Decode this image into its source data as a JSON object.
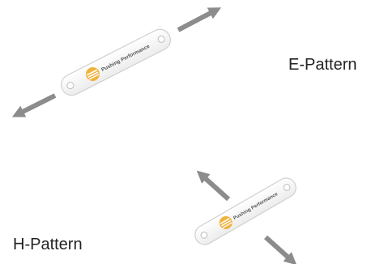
{
  "patterns": [
    {
      "name": "E-Pattern",
      "tag_text": "Pushing Performance"
    },
    {
      "name": "H-Pattern",
      "tag_text": "Pushing Performance"
    }
  ],
  "colors": {
    "arrow": "#8c8c8c",
    "tag_fill": "#f8f8f8",
    "tag_stroke": "#cfcfcf",
    "logo_gold": "#f0b23c",
    "logo_dark": "#c98a17",
    "label_text": "#222222"
  },
  "icons": [
    "arrow-icon",
    "tag-icon",
    "logo-icon"
  ]
}
